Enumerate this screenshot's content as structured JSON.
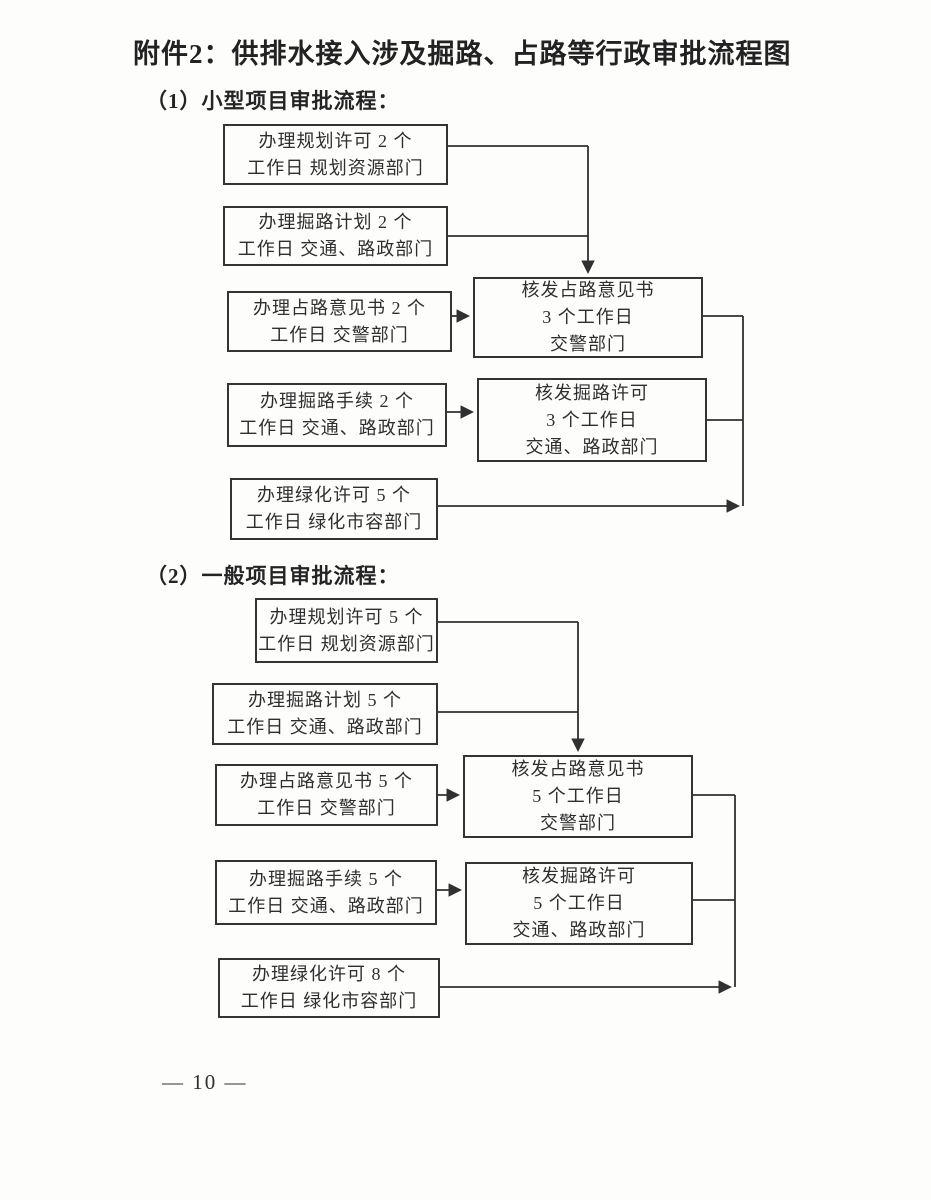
{
  "page": {
    "title": "附件2：供排水接入涉及掘路、占路等行政审批流程图",
    "page_number": "— 10 —"
  },
  "colors": {
    "ink": "#2e2e2e",
    "paper": "#fdfdfc"
  },
  "sections": [
    {
      "heading": "（1）小型项目审批流程：",
      "boxes": [
        {
          "l1": "办理规划许可 2 个",
          "l2": "工作日 规划资源部门"
        },
        {
          "l1": "办理掘路计划 2 个",
          "l2": "工作日 交通、路政部门"
        },
        {
          "l1": "办理占路意见书 2 个",
          "l2": "工作日 交警部门"
        },
        {
          "l1": "办理掘路手续 2 个",
          "l2": "工作日 交通、路政部门"
        },
        {
          "l1": "办理绿化许可 5 个",
          "l2": "工作日 绿化市容部门"
        },
        {
          "l1": "核发占路意见书",
          "l2": "3 个工作日",
          "l3": "交警部门"
        },
        {
          "l1": "核发掘路许可",
          "l2": "3 个工作日",
          "l3": "交通、路政部门"
        }
      ]
    },
    {
      "heading": "（2）一般项目审批流程：",
      "boxes": [
        {
          "l1": "办理规划许可 5 个",
          "l2": "工作日 规划资源部门"
        },
        {
          "l1": "办理掘路计划 5 个",
          "l2": "工作日 交通、路政部门"
        },
        {
          "l1": "办理占路意见书 5 个",
          "l2": "工作日 交警部门"
        },
        {
          "l1": "办理掘路手续 5 个",
          "l2": "工作日 交通、路政部门"
        },
        {
          "l1": "办理绿化许可 8 个",
          "l2": "工作日 绿化市容部门"
        },
        {
          "l1": "核发占路意见书",
          "l2": "5 个工作日",
          "l3": "交警部门"
        },
        {
          "l1": "核发掘路许可",
          "l2": "5 个工作日",
          "l3": "交通、路政部门"
        }
      ]
    }
  ]
}
